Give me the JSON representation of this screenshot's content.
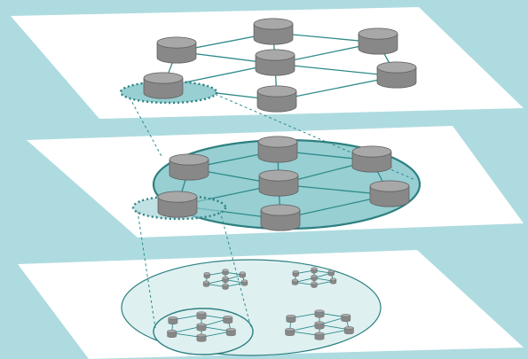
{
  "colors": {
    "background": "#aedbe0",
    "plane": "#ffffff",
    "edge": "#2e8a8a",
    "ellipse_fill": "#97cfd3",
    "ellipse_stroke": "#2e8080",
    "lower_ellipse_fill": "#dff0f1",
    "node_body": "#888888",
    "node_top": "#a8a8a8",
    "node_bottom": "#6b6b6b",
    "node_outline": "#5e5e5e"
  },
  "layers": [
    {
      "name": "top-layer",
      "nodes": 7
    },
    {
      "name": "middle-layer",
      "nodes": 7
    },
    {
      "name": "bottom-layer",
      "subnetworks": 4
    }
  ],
  "node_icon": "database-cylinder-icon"
}
